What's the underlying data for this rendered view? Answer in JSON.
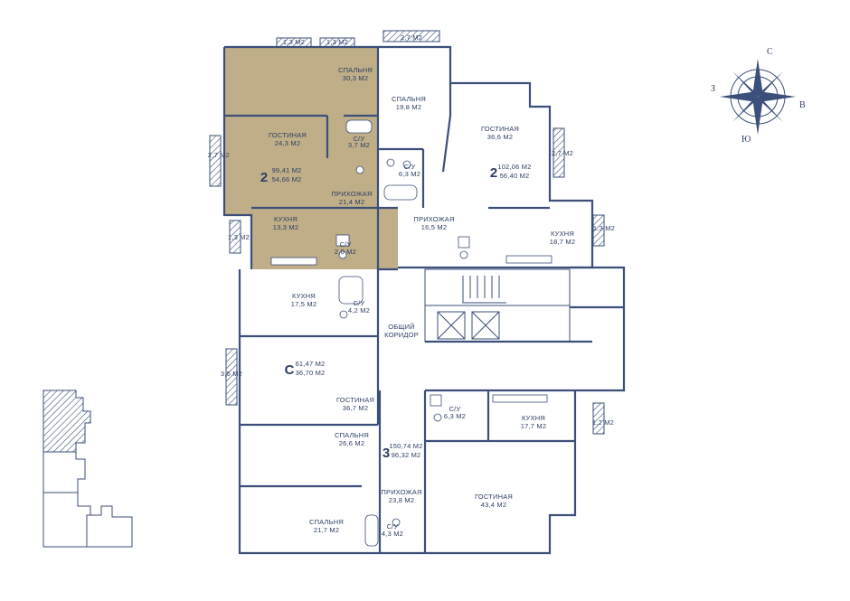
{
  "compass": {
    "n": "С",
    "s": "Ю",
    "w": "З",
    "e": "В"
  },
  "colors": {
    "line": "#3b4f7a",
    "highlight": "#bfae87",
    "text": "#2c3e63"
  },
  "balconies": {
    "b1": "1,3 М2",
    "b2": "1,3 М2",
    "b3": "2,7 М2",
    "b4": "2,7 М2",
    "b5": "1,3 М2",
    "b6": "2,7 М2",
    "b7": "1,3 М2",
    "b8": "3,5 М2",
    "b9": "1,2 М2"
  },
  "rooms": {
    "a_bed_name": "СПАЛЬНЯ",
    "a_bed_area": "30,3 М2",
    "a_liv_name": "ГОСТИНАЯ",
    "a_liv_area": "24,3 М2",
    "a_bath1_name": "С/У",
    "a_bath1_area": "3,7 М2",
    "a_hall_name": "ПРИХОЖАЯ",
    "a_hall_area": "21,4 М2",
    "a_kit_name": "КУХНЯ",
    "a_kit_area": "13,3 М2",
    "a_bath2_name": "С/У",
    "a_bath2_area": "2,0 М2",
    "b_bed_name": "СПАЛЬНЯ",
    "b_bed_area": "19,8 М2",
    "b_liv_name": "ГОСТИНАЯ",
    "b_liv_area": "36,6 М2",
    "b_bath_name": "С/У",
    "b_bath_area": "6,3 М2",
    "b_hall_name": "ПРИХОЖАЯ",
    "b_hall_area": "16,5 М2",
    "b_kit_name": "КУХНЯ",
    "b_kit_area": "18,7 М2",
    "c_kit_name": "КУХНЯ",
    "c_kit_area": "17,5 М2",
    "c_bath_name": "С/У",
    "c_bath_area": "4,2 М2",
    "c_liv_name": "ГОСТИНАЯ",
    "c_liv_area": "36,7 М2",
    "corr_name1": "ОБЩИЙ",
    "corr_name2": "КОРИДОР",
    "d_bath1_name": "С/У",
    "d_bath1_area": "6,3 М2",
    "d_kit_name": "КУХНЯ",
    "d_kit_area": "17,7 М2",
    "d_bed1_name": "СПАЛЬНЯ",
    "d_bed1_area": "26,6 М2",
    "d_hall_name": "ПРИХОЖАЯ",
    "d_hall_area": "23,8 М2",
    "d_liv_name": "ГОСТИНАЯ",
    "d_liv_area": "43,4 М2",
    "d_bed2_name": "СПАЛЬНЯ",
    "d_bed2_area": "21,7 М2",
    "d_bath2_name": "С/У",
    "d_bath2_area": "4,3 М2"
  },
  "apartments": {
    "a": {
      "rooms": "2",
      "total": "99,41 М2",
      "living": "54,66 М2"
    },
    "b": {
      "rooms": "2",
      "total": "102,06 М2",
      "living": "56,40 М2"
    },
    "c": {
      "rooms": "С",
      "total": "61,47 М2",
      "living": "36,70 М2"
    },
    "d": {
      "rooms": "3",
      "total": "150,74 М2",
      "living": "96,32 М2"
    }
  }
}
